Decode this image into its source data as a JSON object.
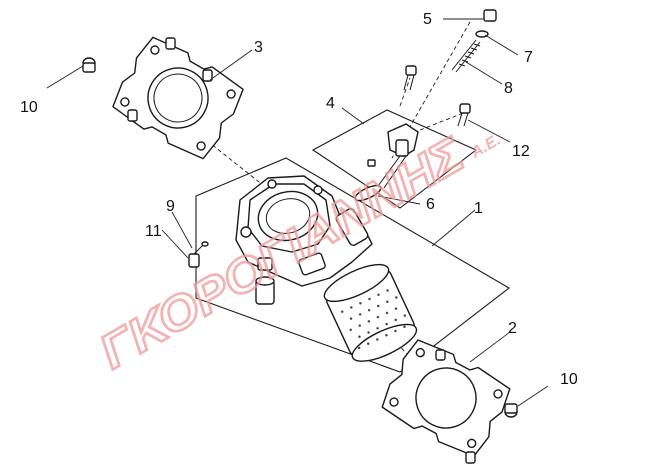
{
  "watermark": {
    "text": "ΓΚΟΡΟΓΙΑΝΝΗΣ",
    "suffix": "A.E.",
    "color": "#f19a9a"
  },
  "callouts": [
    {
      "id": "label-1",
      "text": "1"
    },
    {
      "id": "label-2",
      "text": "2"
    },
    {
      "id": "label-3",
      "text": "3"
    },
    {
      "id": "label-4",
      "text": "4"
    },
    {
      "id": "label-5",
      "text": "5"
    },
    {
      "id": "label-6",
      "text": "6"
    },
    {
      "id": "label-7",
      "text": "7"
    },
    {
      "id": "label-8",
      "text": "8"
    },
    {
      "id": "label-9",
      "text": "9"
    },
    {
      "id": "label-10a",
      "text": "10"
    },
    {
      "id": "label-10b",
      "text": "10"
    },
    {
      "id": "label-11",
      "text": "11"
    },
    {
      "id": "label-12",
      "text": "12"
    }
  ]
}
